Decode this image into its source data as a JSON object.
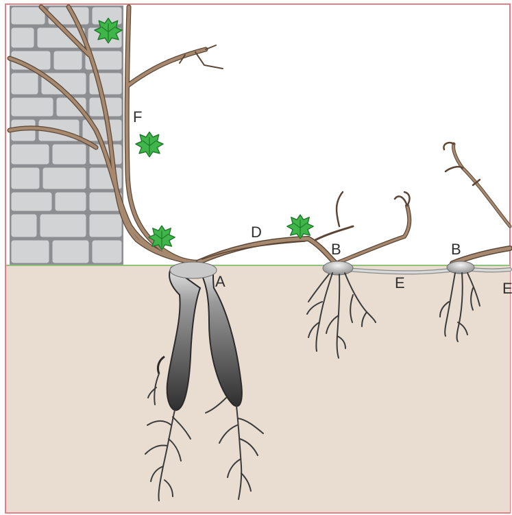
{
  "labels": {
    "tuber": "A",
    "node_left": "B",
    "node_right": "B",
    "stem_above": "D",
    "runner_left": "E",
    "runner_right": "E",
    "climbing_stem": "F"
  },
  "colors": {
    "soil": "#e8ddd0",
    "ground_line": "#8fc27a",
    "wall_stone": "#d2d3d5",
    "wall_mortar": "#8d8e91",
    "stem": "#a6896e",
    "stem_outline": "#5b4636",
    "leaf": "#3fb54a",
    "root": "#3a3a3a",
    "frame": "#e07f86"
  },
  "icons": [
    "leaf-icon"
  ]
}
